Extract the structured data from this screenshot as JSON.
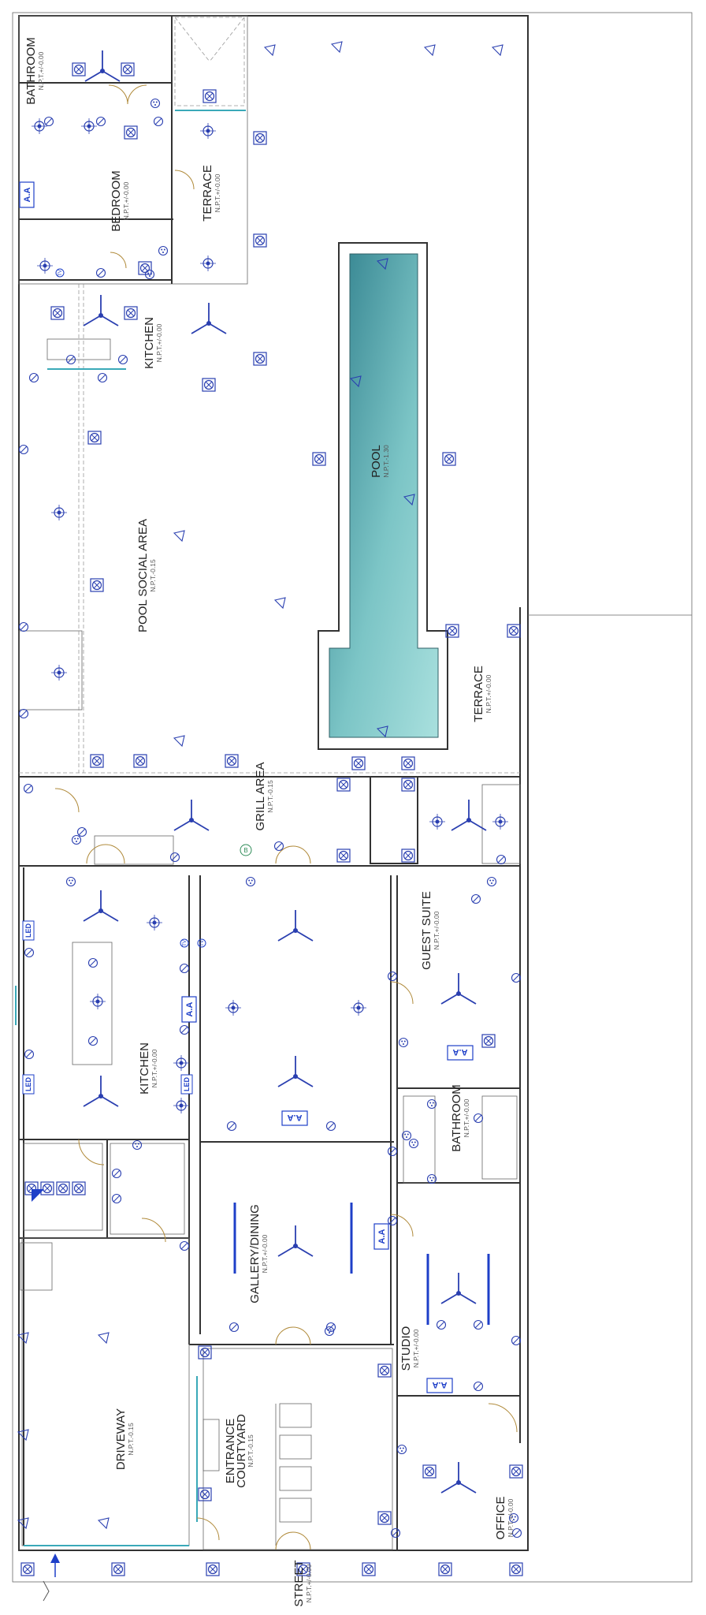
{
  "rooms": [
    {
      "id": "bathroom-top",
      "name": "BATHROOM",
      "level": "N.P.T.+/-0.00"
    },
    {
      "id": "bedroom",
      "name": "BEDROOM",
      "level": "N.P.T.+/-0.00"
    },
    {
      "id": "terrace-top",
      "name": "TERRACE",
      "level": "N.P.T.+/-0.00"
    },
    {
      "id": "kitchen-top",
      "name": "KITCHEN",
      "level": "N.P.T.+/-0.00"
    },
    {
      "id": "pool-social",
      "name": "POOL SOCIAL AREA",
      "level": "N.P.T.-0.15"
    },
    {
      "id": "pool",
      "name": "POOL",
      "level": "N.P.T.-1.30"
    },
    {
      "id": "terrace-right",
      "name": "TERRACE",
      "level": "N.P.T.+/-0.00"
    },
    {
      "id": "grill",
      "name": "GRILL AREA",
      "level": "N.P.T.-0.15"
    },
    {
      "id": "guest-suite",
      "name": "GUEST SUITE",
      "level": "N.P.T.+/-0.00"
    },
    {
      "id": "kitchen-main",
      "name": "KITCHEN",
      "level": "N.P.T.+/-0.00"
    },
    {
      "id": "bathroom-mid",
      "name": "BATHROOM",
      "level": "N.P.T.+/-0.00"
    },
    {
      "id": "gallery",
      "name": "GALLERY/DINING",
      "level": "N.P.T.+/-0.00"
    },
    {
      "id": "studio",
      "name": "STUDIO",
      "level": "N.P.T.+/-0.00"
    },
    {
      "id": "driveway",
      "name": "DRIVEWAY",
      "level": "N.P.T.-0.15"
    },
    {
      "id": "entrance",
      "name": "ENTRANCE\nCOURTYARD",
      "level": "N.P.T.-0.15"
    },
    {
      "id": "office",
      "name": "OFFICE",
      "level": "N.P.T.+/-0.00"
    },
    {
      "id": "street",
      "name": "STREET",
      "level": "N.P.T.+/-0.00"
    }
  ],
  "tags": {
    "aa": "A.A",
    "led": "LED",
    "tv": "TV",
    "b": "B"
  },
  "colors": {
    "wall": "#333333",
    "symbol": "#2a3fb0",
    "door": "#b08a3a",
    "glass": "#3aa9b8",
    "pool_light": "#8fd3d2",
    "pool_dark": "#2f7f8c"
  },
  "symbols": {
    "ceiling_fan": "ceiling-fan-icon",
    "ceiling_light": "ceiling-light-icon",
    "spotlight": "spotlight-icon",
    "wall_light": "wall-light-icon",
    "smoke_detector": "smoke-detector-icon",
    "outdoor_light": "outdoor-light-icon",
    "light_bar": "linear-light-icon"
  }
}
